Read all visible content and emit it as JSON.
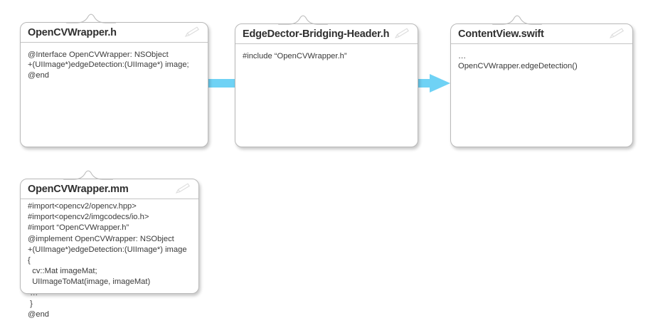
{
  "diagram": {
    "type": "flow-diagram",
    "background_color": "#ffffff",
    "arrow_color": "#6FD2F5",
    "card_border_color": "#b9b9b9",
    "title_color": "#2f2f2f",
    "body_color": "#3a3a3a"
  },
  "notes": [
    {
      "id": "opencvwrapper-h",
      "title": "OpenCVWrapper.h",
      "body": "@Interface OpenCVWrapper: NSObject\n+(UIImage*)edgeDetection:(UIImage*) image;\n@end",
      "edit_icon": "pencil-icon",
      "tab_icon": "folder-tab-notch"
    },
    {
      "id": "bridging-header",
      "title": "EdgeDector-Bridging-Header.h",
      "body": "#include “OpenCVWrapper.h”",
      "edit_icon": "pencil-icon",
      "tab_icon": "folder-tab-notch"
    },
    {
      "id": "contentview-swift",
      "title": "ContentView.swift",
      "body": "…\nOpenCVWrapper.edgeDetection()",
      "edit_icon": "pencil-icon",
      "tab_icon": "folder-tab-notch"
    },
    {
      "id": "opencvwrapper-mm",
      "title": "OpenCVWrapper.mm",
      "body": "#import<opencv2/opencv.hpp>\n#import<opencv2/imgcodecs/io.h>\n#import “OpenCVWrapper.h”\n@implement OpenCVWrapper: NSObject\n+(UIImage*)edgeDetection:(UIImage*) image {\n  cv::Mat imageMat;\n  UIImageToMat(image, imageMat)\n …\n }\n@end",
      "edit_icon": "pencil-icon",
      "tab_icon": "folder-tab-notch"
    }
  ],
  "arrow": {
    "name": "flow-arrow-right",
    "from": "opencvwrapper-h",
    "through": "bridging-header",
    "to": "contentview-swift",
    "color": "#6FD2F5",
    "direction": "right"
  }
}
